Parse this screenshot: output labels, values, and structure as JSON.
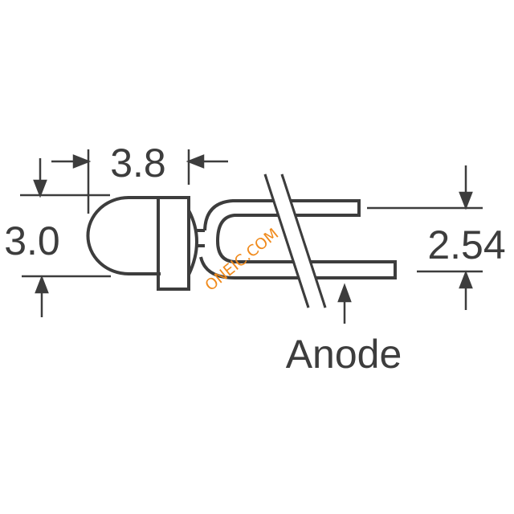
{
  "diagram": {
    "type": "LED package outline drawing",
    "colors": {
      "line": "#3d3d3d",
      "watermark": "#f08a1c",
      "background": "#ffffff"
    },
    "dimensions": {
      "body_length": "3.8",
      "body_diameter": "3.0",
      "lead_spacing": "2.54"
    },
    "labels": {
      "anode": "Anode"
    },
    "watermark": "ONEIC.COM"
  }
}
